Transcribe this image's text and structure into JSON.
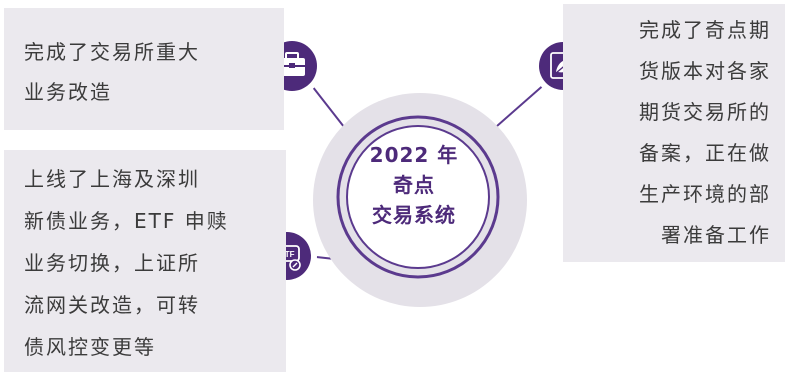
{
  "center": {
    "line1": "2022 年",
    "line2": "奇点",
    "line3": "交易系统"
  },
  "items": [
    {
      "icon": "briefcase-icon",
      "lines": [
        "完成了交易所重大",
        "业务改造"
      ]
    },
    {
      "icon": "etf-icon",
      "lines": [
        "上线了上海及深圳",
        "新债业务，ETF 申赎",
        "业务切换，上证所",
        "流网关改造，可转",
        "债风控变更等"
      ]
    },
    {
      "icon": "leaf-card-icon",
      "lines": [
        "完成了奇点期",
        "货版本对各家",
        "期货交易所的",
        "备案，正在做",
        "生产环境的部",
        "署准备工作"
      ]
    }
  ],
  "colors": {
    "accent": "#4d2a7a",
    "line": "#5b3a8e",
    "box": "#ebe9ee",
    "ring": "#e4e1e8"
  }
}
